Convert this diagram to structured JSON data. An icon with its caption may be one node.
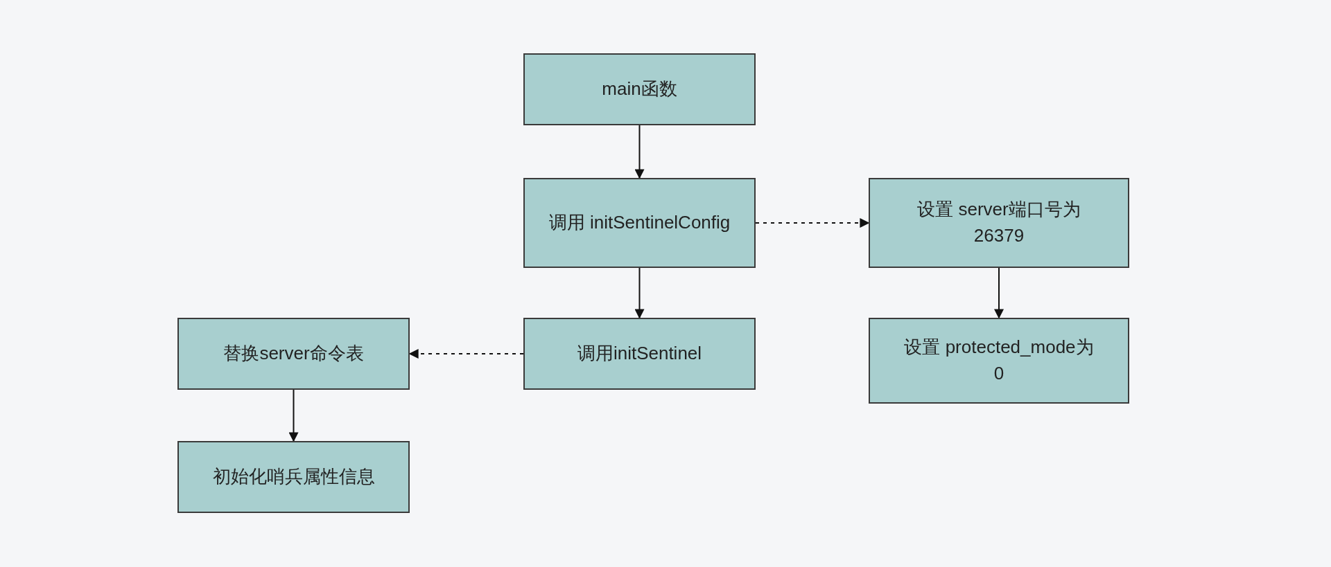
{
  "diagram": {
    "nodes": [
      {
        "text": [
          "main函数"
        ]
      },
      {
        "text": [
          "调用 initSentinelConfig"
        ]
      },
      {
        "text": [
          "设置 server端口号为26379"
        ]
      },
      {
        "text": [
          "调用initSentinel"
        ]
      },
      {
        "text": [
          "设置 protected_mode为0"
        ]
      },
      {
        "text": [
          "替换server命令表"
        ]
      },
      {
        "text": [
          "初始化哨兵属性信息"
        ]
      }
    ],
    "edges": [
      {
        "from": 0,
        "to": 1,
        "arrow": "to"
      },
      {
        "from": 1,
        "to": 3,
        "arrow": "to"
      },
      {
        "from": 1,
        "to": 2,
        "arrow": "to",
        "style": "dashed"
      },
      {
        "from": 2,
        "to": 4,
        "arrow": "to"
      },
      {
        "from": 3,
        "to": 5,
        "arrow": "to",
        "style": "dashed"
      },
      {
        "from": 5,
        "to": 6,
        "arrow": "to"
      }
    ]
  }
}
